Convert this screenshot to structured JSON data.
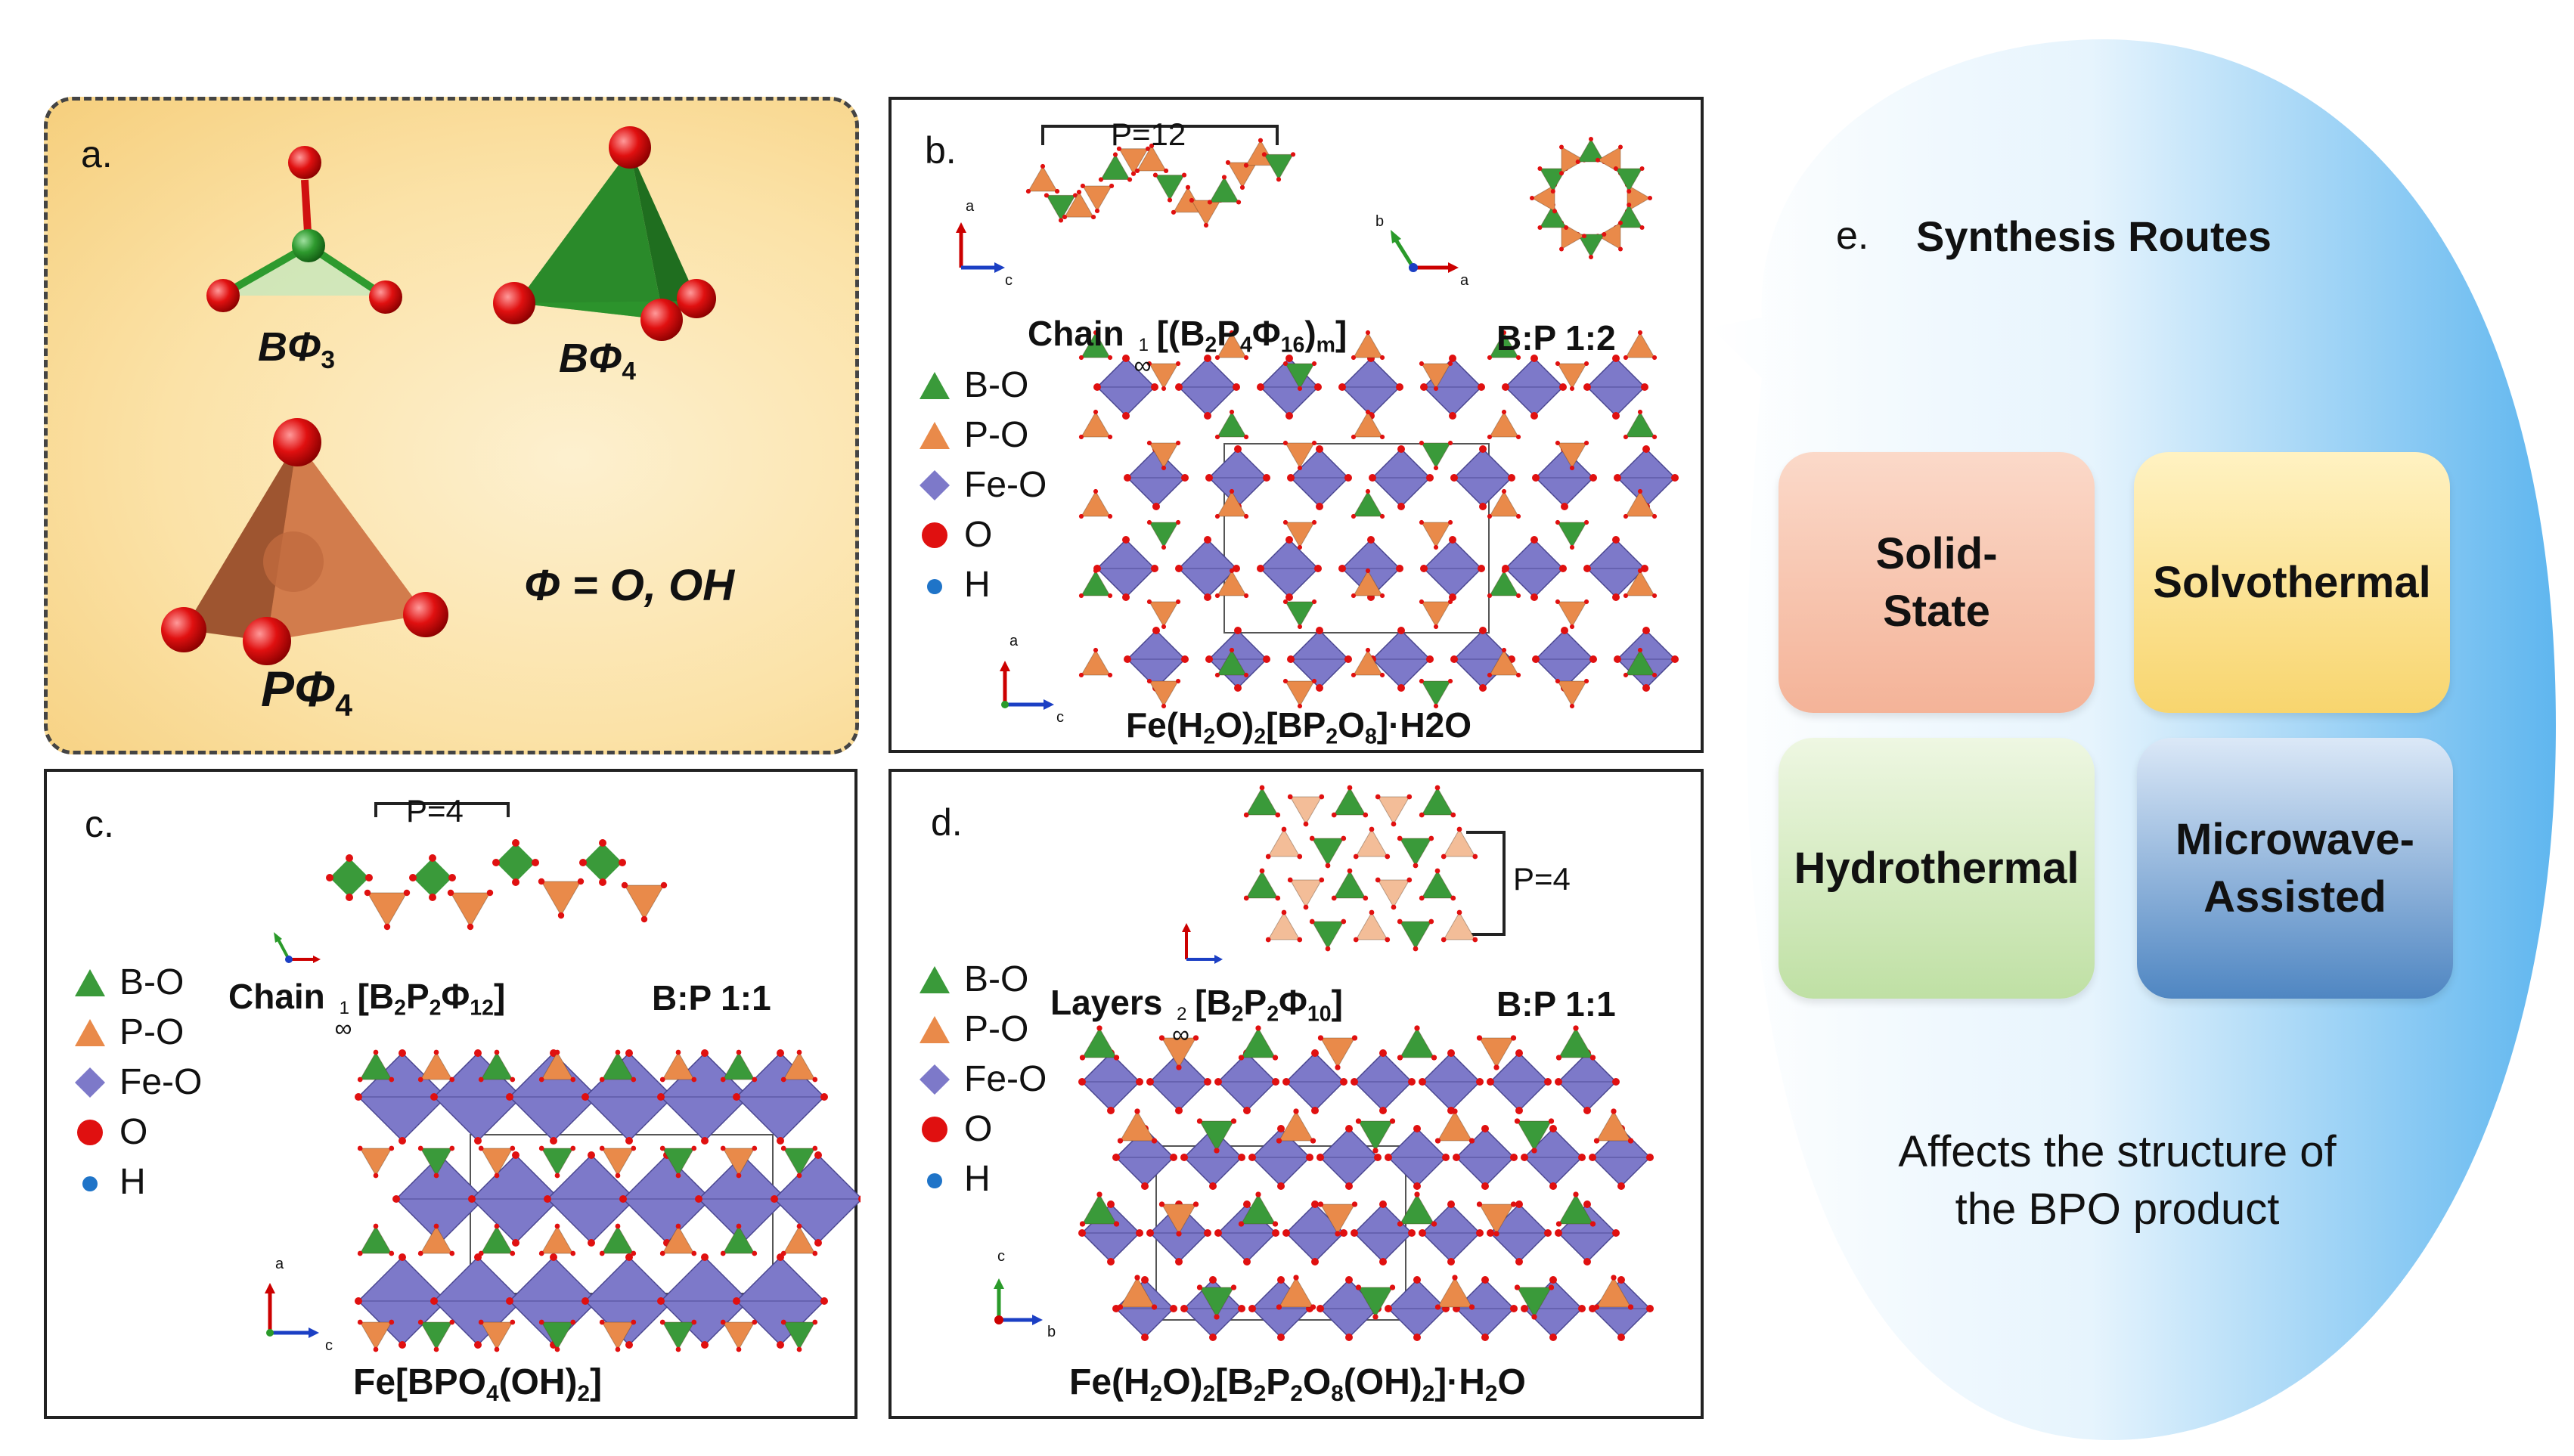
{
  "panel_a": {
    "label": "a.",
    "b3_base": "BΦ",
    "b3_sub": "3",
    "b4_base": "BΦ",
    "b4_sub": "4",
    "p4_base": "PΦ",
    "p4_sub": "4",
    "phi_def": "Φ = O, OH"
  },
  "panel_b": {
    "label": "b.",
    "period": "P=12",
    "chain_word": "Chain",
    "chain_sup": "1",
    "chain_inf": "∞",
    "chain_formula_html": "[(B<span class=\"sub\">2</span>P<span class=\"sub\">4</span>Φ<span class=\"sub\">16</span>)<span class=\"sub\">m</span>]",
    "ratio": "B:P 1:2",
    "compound_html": "Fe(H<span class=\"sub\">2</span>O)<span class=\"sub\">2</span>[BP<span class=\"sub\">2</span>O<span class=\"sub\">8</span>]·H2O",
    "axis1": [
      "a",
      "c"
    ],
    "axis2": [
      "b",
      "a"
    ],
    "axis3": [
      "a",
      "c"
    ]
  },
  "panel_c": {
    "label": "c.",
    "period": "P=4",
    "chain_word": "Chain",
    "chain_sup": "1",
    "chain_inf": "∞",
    "chain_formula_html": "[B<span class=\"sub\">2</span>P<span class=\"sub\">2</span>Φ<span class=\"sub\">12</span>]",
    "ratio": "B:P 1:1",
    "compound_html": "Fe[BPO<span class=\"sub\">4</span>(OH)<span class=\"sub\">2</span>]",
    "axis1": [
      "a",
      "c"
    ]
  },
  "panel_d": {
    "label": "d.",
    "period": "P=4",
    "layers_word": "Layers",
    "chain_sup": "2",
    "chain_inf": "∞",
    "chain_formula_html": "[B<span class=\"sub\">2</span>P<span class=\"sub\">2</span>Φ<span class=\"sub\">10</span>]",
    "ratio": "B:P 1:1",
    "compound_html": "Fe(H<span class=\"sub\">2</span>O)<span class=\"sub\">2</span>[B<span class=\"sub\">2</span>P<span class=\"sub\">2</span>O<span class=\"sub\">8</span>(OH)<span class=\"sub\">2</span>]·H<span class=\"sub\">2</span>O",
    "axis1": [
      "c",
      "b"
    ]
  },
  "legend": [
    {
      "label": "B-O",
      "shape": "triangle",
      "color": "#3a9a3a"
    },
    {
      "label": "P-O",
      "shape": "triangle",
      "color": "#e98a4a"
    },
    {
      "label": "Fe-O",
      "shape": "diamond",
      "color": "#7d79c9"
    },
    {
      "label": "O",
      "shape": "circle",
      "color": "#e01010"
    },
    {
      "label": "H",
      "shape": "small-circle",
      "color": "#1f74c8"
    }
  ],
  "panel_e": {
    "label": "e.",
    "title": "Synthesis Routes",
    "routes": [
      {
        "label_html": "Solid-<br>State",
        "top": "#fbd9c9",
        "bottom": "#f4b398"
      },
      {
        "label_html": "Solvothermal",
        "top": "#fff2c2",
        "bottom": "#f8d56e"
      },
      {
        "label_html": "Hydrothermal",
        "top": "#eef7e2",
        "bottom": "#bfe0a4"
      },
      {
        "label_html": "Microwave-<br>Assisted",
        "top": "#dbe8f7",
        "bottom": "#4f86c2"
      }
    ],
    "note_line1": "Affects the structure of",
    "note_line2": "the BPO product"
  },
  "colors": {
    "b_green": "#3a9a3a",
    "p_orange": "#e98a4a",
    "fe_purple": "#7d79c9",
    "oxygen_red": "#e01010",
    "h_blue": "#1f74c8",
    "bubble_blue": "#7ec6f4"
  }
}
